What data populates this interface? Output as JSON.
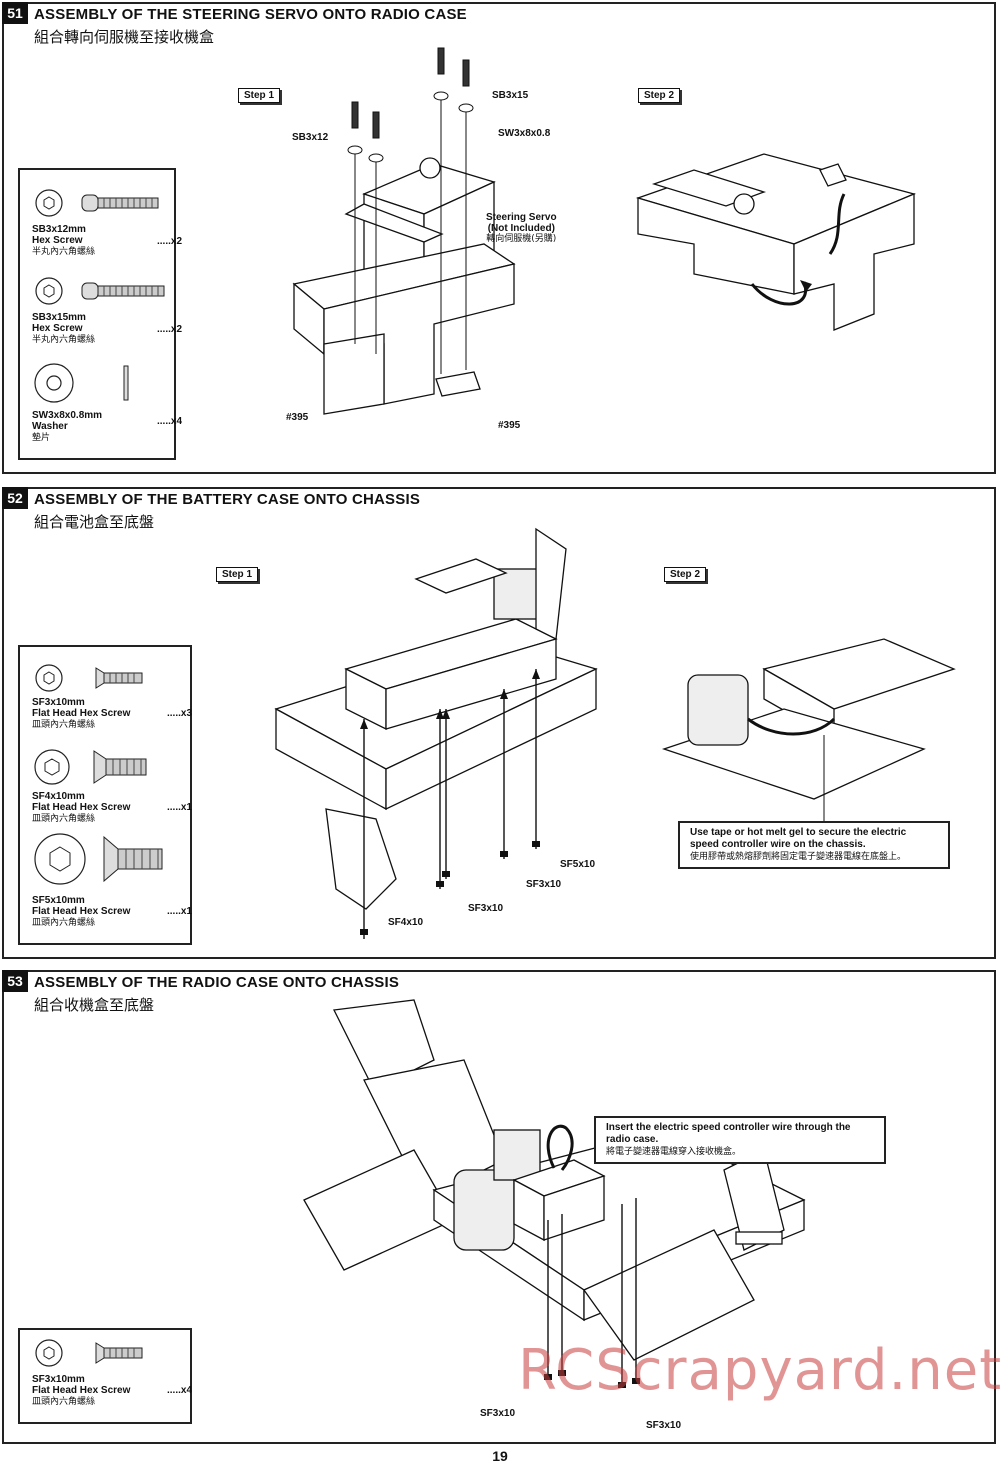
{
  "page_number": "19",
  "watermark": "RCScrapyard.net",
  "sections": [
    {
      "number": "51",
      "title": "ASSEMBLY OF THE STEERING SERVO ONTO RADIO CASE",
      "subtitle": "組合轉向伺服機至接收機盒",
      "step1": "Step 1",
      "step2": "Step 2",
      "parts": [
        {
          "name": "SB3x12mm",
          "desc": "Hex Screw",
          "cn": "半丸內六角螺絲",
          "qty": ".....x2"
        },
        {
          "name": "SB3x15mm",
          "desc": "Hex Screw",
          "cn": "半丸內六角螺絲",
          "qty": ".....x2"
        },
        {
          "name": "SW3x8x0.8mm",
          "desc": "Washer",
          "cn": "墊片",
          "qty": ".....x4"
        }
      ],
      "labels": {
        "sb3x15": "SB3x15",
        "sb3x12": "SB3x12",
        "sw": "SW3x8x0.8",
        "servo_line1": "Steering Servo",
        "servo_line2": "(Not Included)",
        "servo_cn": "轉向伺服機(另購)",
        "part_left": "#395",
        "part_right": "#395"
      }
    },
    {
      "number": "52",
      "title": "ASSEMBLY OF THE BATTERY CASE ONTO CHASSIS",
      "subtitle": "組合電池盒至底盤",
      "step1": "Step 1",
      "step2": "Step 2",
      "parts": [
        {
          "name": "SF3x10mm",
          "desc": "Flat Head Hex Screw",
          "cn": "皿頭內六角螺絲",
          "qty": ".....x3"
        },
        {
          "name": "SF4x10mm",
          "desc": "Flat Head Hex Screw",
          "cn": "皿頭內六角螺絲",
          "qty": ".....x1"
        },
        {
          "name": "SF5x10mm",
          "desc": "Flat Head Hex Screw",
          "cn": "皿頭內六角螺絲",
          "qty": ".....x1"
        }
      ],
      "labels": {
        "sf5": "SF5x10",
        "sf3a": "SF3x10",
        "sf3b": "SF3x10",
        "sf4": "SF4x10"
      },
      "note": {
        "line1": "Use tape or hot melt gel to secure the electric",
        "line2": "speed controller wire on the chassis.",
        "cn": "使用膠帶或熱熔膠劑將固定電子變速器電線在底盤上。"
      }
    },
    {
      "number": "53",
      "title": "ASSEMBLY OF THE RADIO CASE  ONTO CHASSIS",
      "subtitle": "組合收機盒至底盤",
      "parts": [
        {
          "name": "SF3x10mm",
          "desc": "Flat Head Hex Screw",
          "cn": "皿頭內六角螺絲",
          "qty": ".....x4"
        }
      ],
      "labels": {
        "sf3a": "SF3x10",
        "sf3b": "SF3x10"
      },
      "note": {
        "line1": "Insert the electric speed controller wire through the",
        "line2": "radio case.",
        "cn": "將電子變速器電線穿入接收機盒。"
      }
    }
  ]
}
